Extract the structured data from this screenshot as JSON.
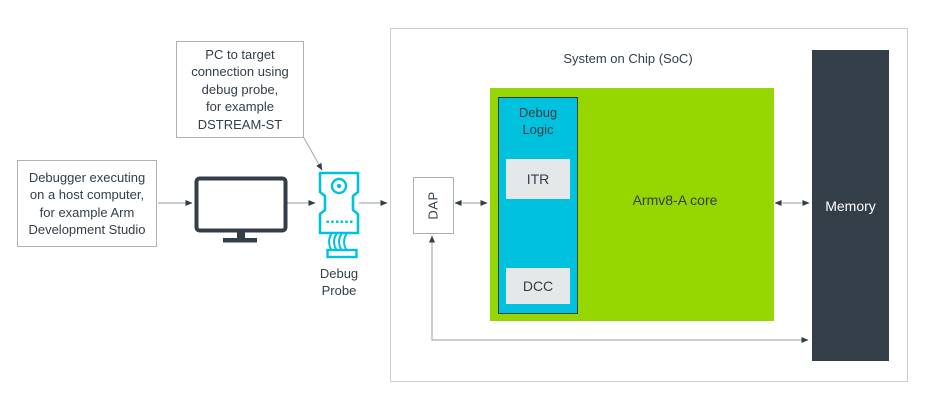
{
  "colors": {
    "navy": "#333E48",
    "cyan": "#00C1DE",
    "green": "#95D600",
    "sub_block_fill": "#E5E8E9",
    "connector_line": "#A9B0B5",
    "note_border": "#ABB2B8",
    "soc_border": "#C9CED1"
  },
  "host_box": {
    "text": "Debugger executing\non a host computer,\nfor example Arm\nDevelopment Studio"
  },
  "callout_box": {
    "text": "PC to target\nconnection using\ndebug probe,\nfor example\nDSTREAM-ST"
  },
  "probe": {
    "label": "Debug\nProbe"
  },
  "soc": {
    "title": "System on Chip (SoC)",
    "dap_label": "DAP",
    "core": {
      "label": "Armv8-A core",
      "debug_logic": {
        "label": "Debug\nLogic",
        "itr": "ITR",
        "dcc": "DCC"
      }
    },
    "memory_label": "Memory"
  },
  "icons": {
    "monitor": "monitor-icon",
    "debug_probe": "debug-probe-icon"
  }
}
